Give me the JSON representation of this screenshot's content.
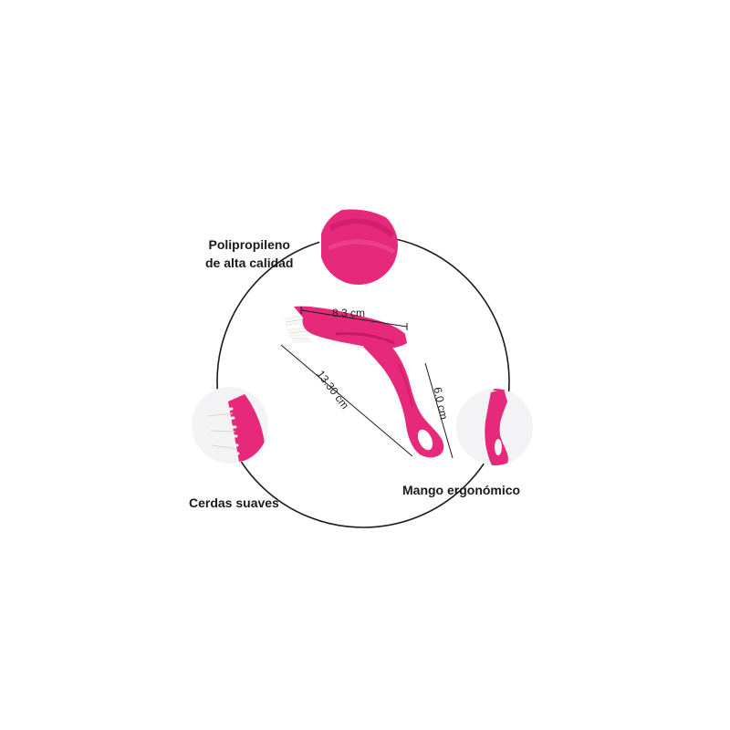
{
  "labels": {
    "material_line1": "Polipropileno",
    "material_line2": "de alta calidad",
    "bristles": "Cerdas suaves",
    "handle": "Mango ergonómico"
  },
  "dimensions": {
    "width": "8.3 cm",
    "length": "13.30 cm",
    "height": "6.0 cm"
  },
  "colors": {
    "product_pink": "#e6297a",
    "product_pink_dark": "#c81a63",
    "circle_line": "#1a1a1a",
    "bristle_white": "#f4f4f0"
  }
}
